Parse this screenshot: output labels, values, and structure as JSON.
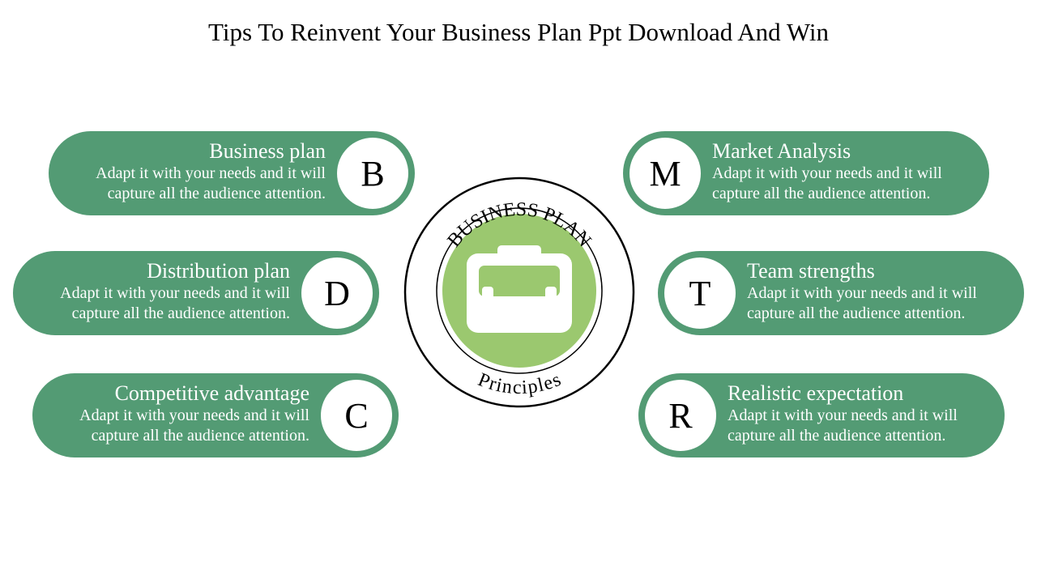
{
  "title": "Tips To Reinvent Your Business Plan Ppt Download And Win",
  "center": {
    "arc_top": "BUSINESS PLAN",
    "arc_bottom": "Principles",
    "icon": "briefcase-icon"
  },
  "body_text": {
    "line1": "Adapt it with your needs and it will",
    "line2": "capture all the audience attention."
  },
  "items": [
    {
      "letter": "B",
      "heading": "Business plan"
    },
    {
      "letter": "D",
      "heading": "Distribution plan"
    },
    {
      "letter": "C",
      "heading": "Competitive advantage"
    },
    {
      "letter": "M",
      "heading": "Market Analysis"
    },
    {
      "letter": "T",
      "heading": "Team strengths"
    },
    {
      "letter": "R",
      "heading": "Realistic expectation"
    }
  ],
  "colors": {
    "pill": "#539b74",
    "center_disc": "#9bc86f"
  }
}
